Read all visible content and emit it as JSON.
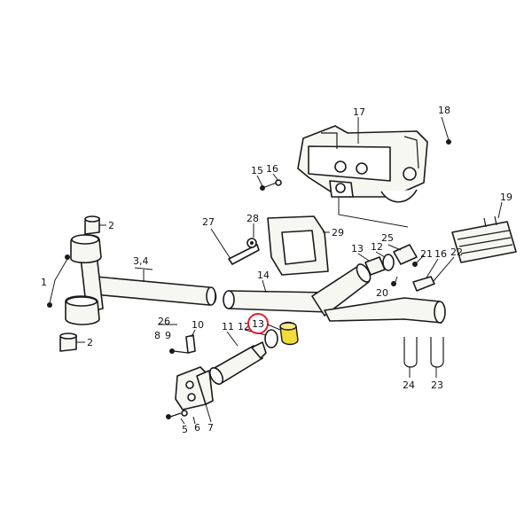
{
  "labels": {
    "l1": "1",
    "l2a": "2",
    "l2b": "2",
    "l34": "3,4",
    "l5": "5",
    "l6": "6",
    "l7": "7",
    "l8": "8",
    "l9": "9",
    "l10": "10",
    "l11": "11",
    "l12a": "12",
    "l13a": "13",
    "l14": "14",
    "l15": "15",
    "l16a": "16",
    "l17": "17",
    "l18": "18",
    "l19": "19",
    "l20": "20",
    "l21": "21",
    "l22": "22",
    "l23": "23",
    "l24": "24",
    "l25": "25",
    "l26": "26",
    "l27": "27",
    "l28": "28",
    "l29": "29",
    "l12b": "12",
    "l13b": "13",
    "l16b": "16"
  },
  "colors": {
    "highlight_ring": "#e0202a",
    "highlight_bushing": "#f2dc3a",
    "ink": "#1a1a1a"
  }
}
